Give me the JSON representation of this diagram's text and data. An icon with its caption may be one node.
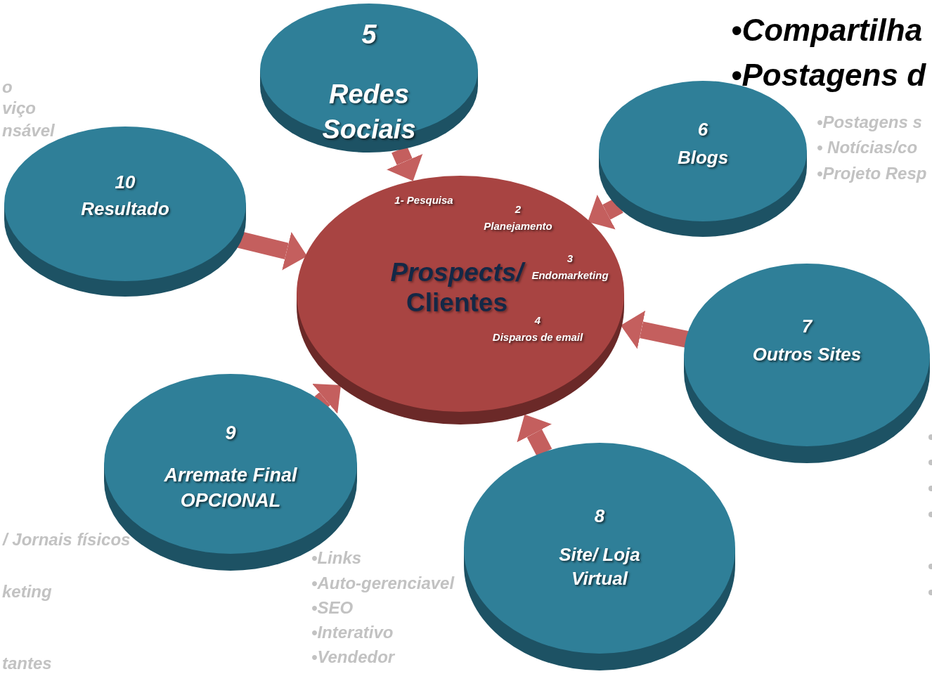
{
  "diagram": {
    "nodes": [
      {
        "text": [
          "1- Pesquisa",
          "2",
          "Planejamento",
          "*Prospects/* Clientes",
          "3",
          "Endomarketing",
          "4",
          "Disparos de email"
        ]
      },
      {
        "text": [
          "5",
          "Redes Sociais"
        ]
      },
      {
        "text": [
          "6",
          "Blogs"
        ]
      },
      {
        "text": [
          "7",
          "Outros Sites"
        ]
      },
      {
        "text": [
          "8",
          "Site/ Loja Virtual"
        ]
      },
      {
        "text": [
          "9",
          "Arremate Final OPCIONAL"
        ]
      },
      {
        "text": [
          "10",
          "Resultado"
        ]
      }
    ],
    "edges": [
      {
        "from": 1,
        "to": 0,
        "arrow": "to"
      },
      {
        "from": 2,
        "to": 0,
        "arrow": "to"
      },
      {
        "from": 3,
        "to": 0,
        "arrow": "to"
      },
      {
        "from": 4,
        "to": 0,
        "arrow": "to"
      },
      {
        "from": 5,
        "to": 0,
        "arrow": "to"
      },
      {
        "from": 6,
        "to": 0,
        "arrow": "to"
      }
    ],
    "labels": [
      "o",
      "viço",
      "nsável",
      "•Compartilha",
      "•Postagens d",
      "•Postagens s",
      "• Notícias/co",
      "•Projeto Resp",
      "/ Jornais físicos",
      "keting",
      "•Links",
      "•Auto-gerenciavel",
      "•SEO",
      "•Interativo",
      "tantes",
      "•Vendedor"
    ]
  }
}
